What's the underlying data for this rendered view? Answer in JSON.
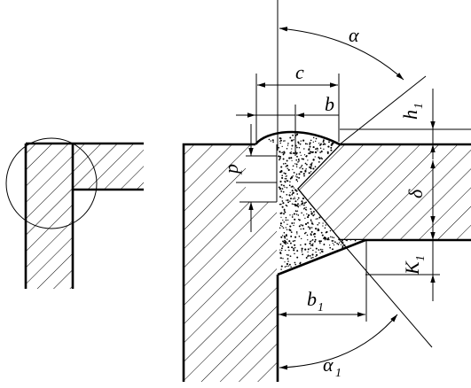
{
  "labels": {
    "alpha": "α",
    "c": "c",
    "b": "b",
    "h1_main": "h",
    "h1_sub": "1",
    "p": "p",
    "delta": "δ",
    "k1_main": "K",
    "k1_sub": "1",
    "b1_main": "b",
    "b1_sub": "1",
    "alpha1_main": "α",
    "alpha1_sub": "1"
  },
  "colors": {
    "line": "#000000",
    "weld_dot": "#000000",
    "background": "#ffffff"
  }
}
